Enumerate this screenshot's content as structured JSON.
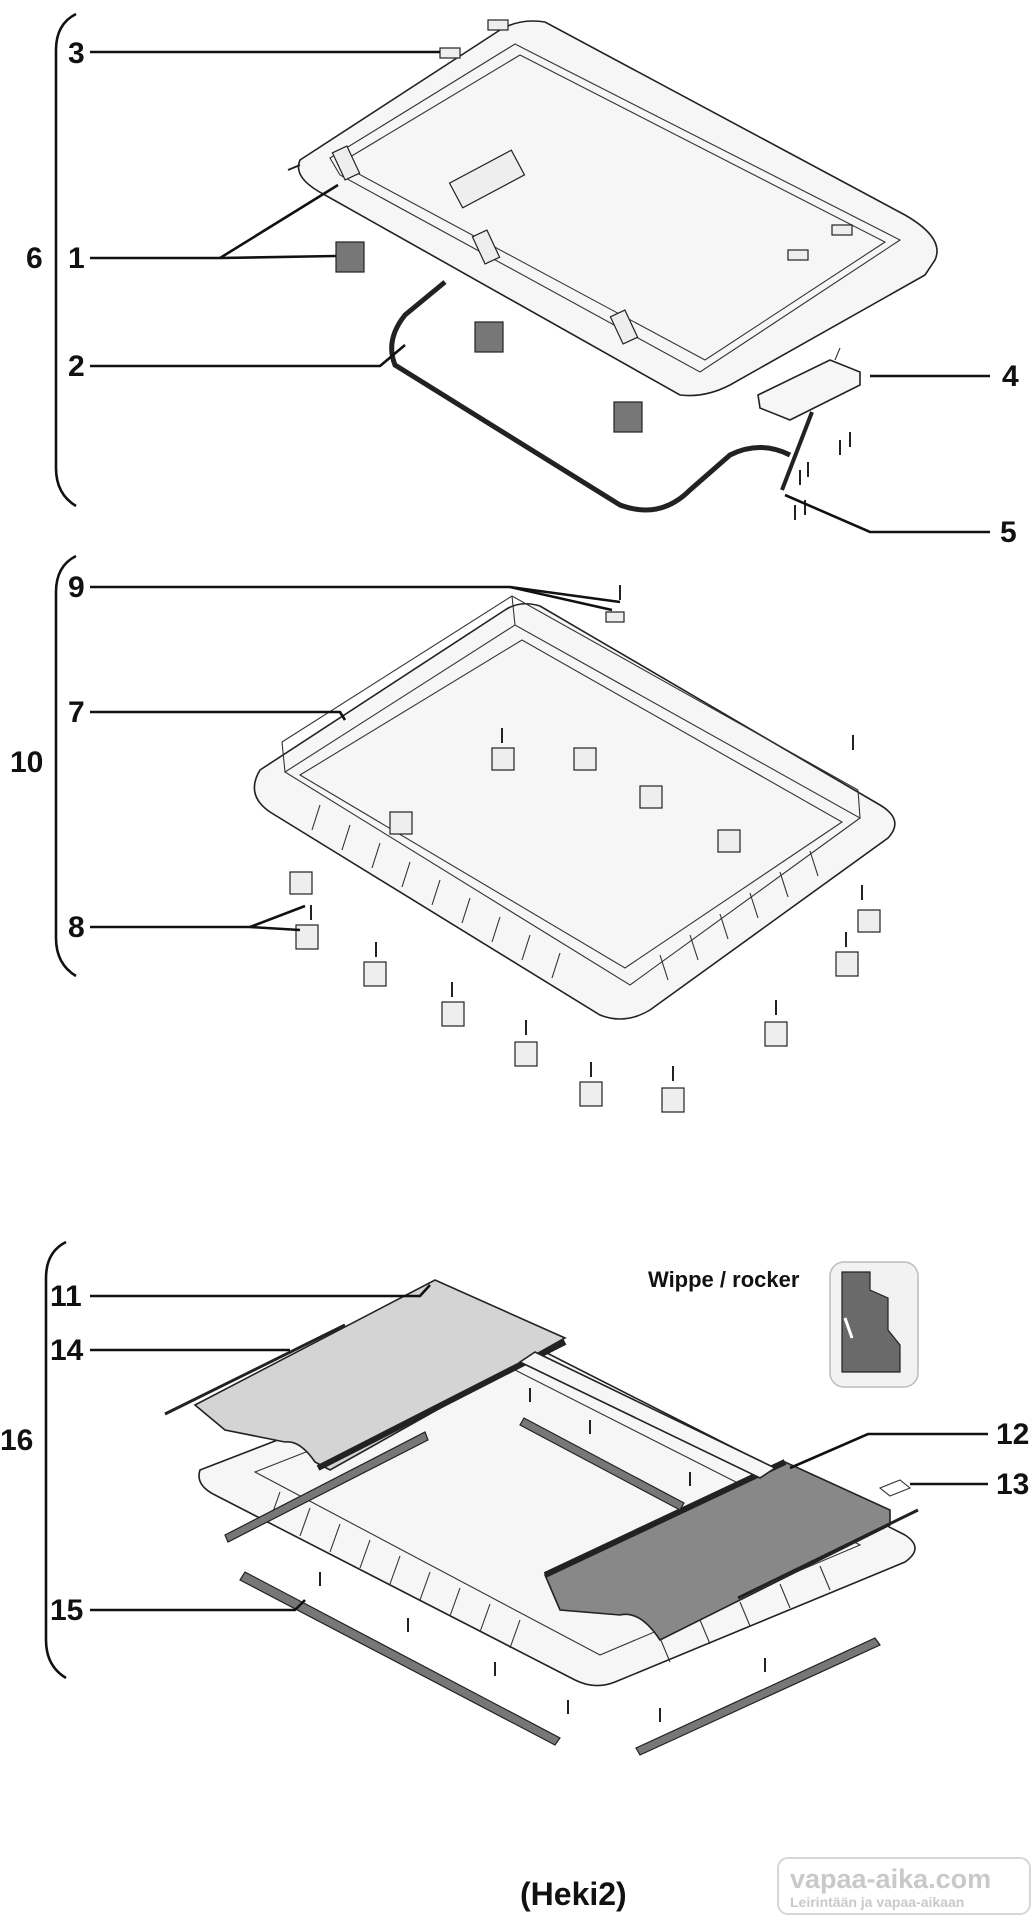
{
  "labels": {
    "l1": "1",
    "l2": "2",
    "l3": "3",
    "l4": "4",
    "l5": "5",
    "l6": "6",
    "l7": "7",
    "l8": "8",
    "l9": "9",
    "l10": "10",
    "l11": "11",
    "l12": "12",
    "l13": "13",
    "l14": "14",
    "l15": "15",
    "l16": "16"
  },
  "callout": "Wippe / rocker",
  "title": "(Heki2)",
  "watermark": {
    "site": "vapaa-aika.com",
    "tagline": "Leirintään ja vapaa-aikaan"
  }
}
